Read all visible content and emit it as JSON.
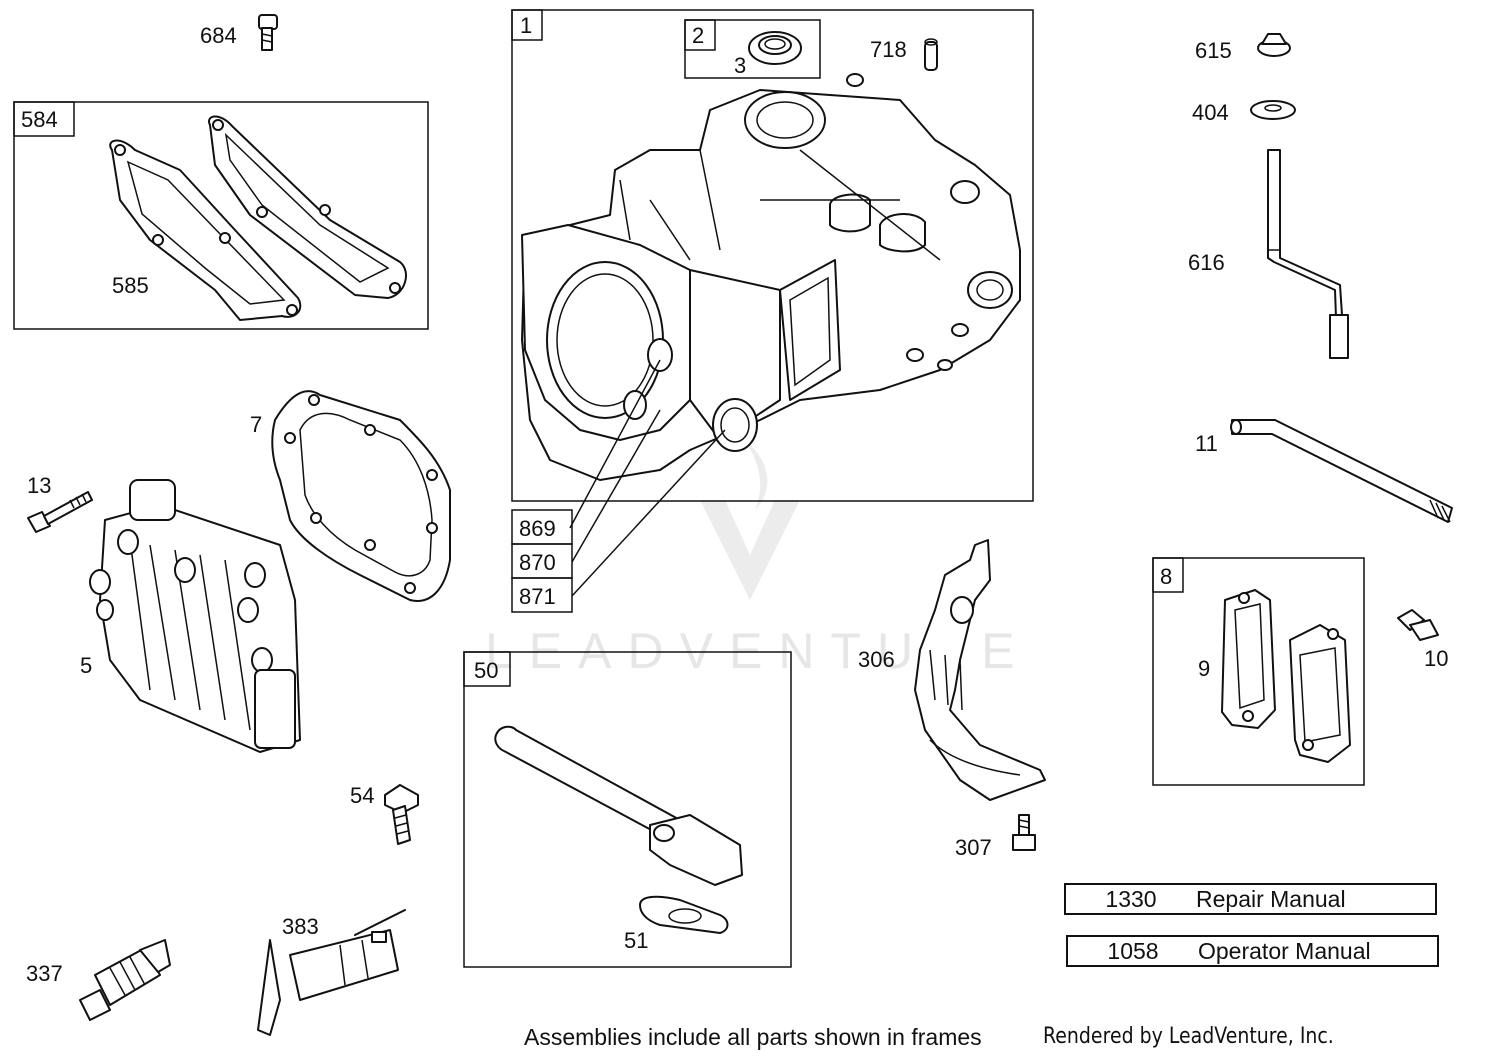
{
  "watermark": "LEADVENTURE",
  "frames": [
    {
      "id": "1"
    },
    {
      "id": "2"
    },
    {
      "id": "584"
    },
    {
      "id": "50"
    },
    {
      "id": "8"
    }
  ],
  "callouts": {
    "p684": "684",
    "p584": "584",
    "p585": "585",
    "p1": "1",
    "p2": "2",
    "p3": "3",
    "p718": "718",
    "p615": "615",
    "p404": "404",
    "p616": "616",
    "p11": "11",
    "p7": "7",
    "p13": "13",
    "p5": "5",
    "p869": "869",
    "p870": "870",
    "p871": "871",
    "p306": "306",
    "p307": "307",
    "p8": "8",
    "p9": "9",
    "p10": "10",
    "p50": "50",
    "p51": "51",
    "p54": "54",
    "p383": "383",
    "p337": "337"
  },
  "manuals": [
    {
      "number": "1330",
      "title": "Repair Manual"
    },
    {
      "number": "1058",
      "title": "Operator Manual"
    }
  ],
  "footer": {
    "note": "Assemblies include all parts shown in frames",
    "credit": "Rendered by LeadVenture, Inc."
  }
}
